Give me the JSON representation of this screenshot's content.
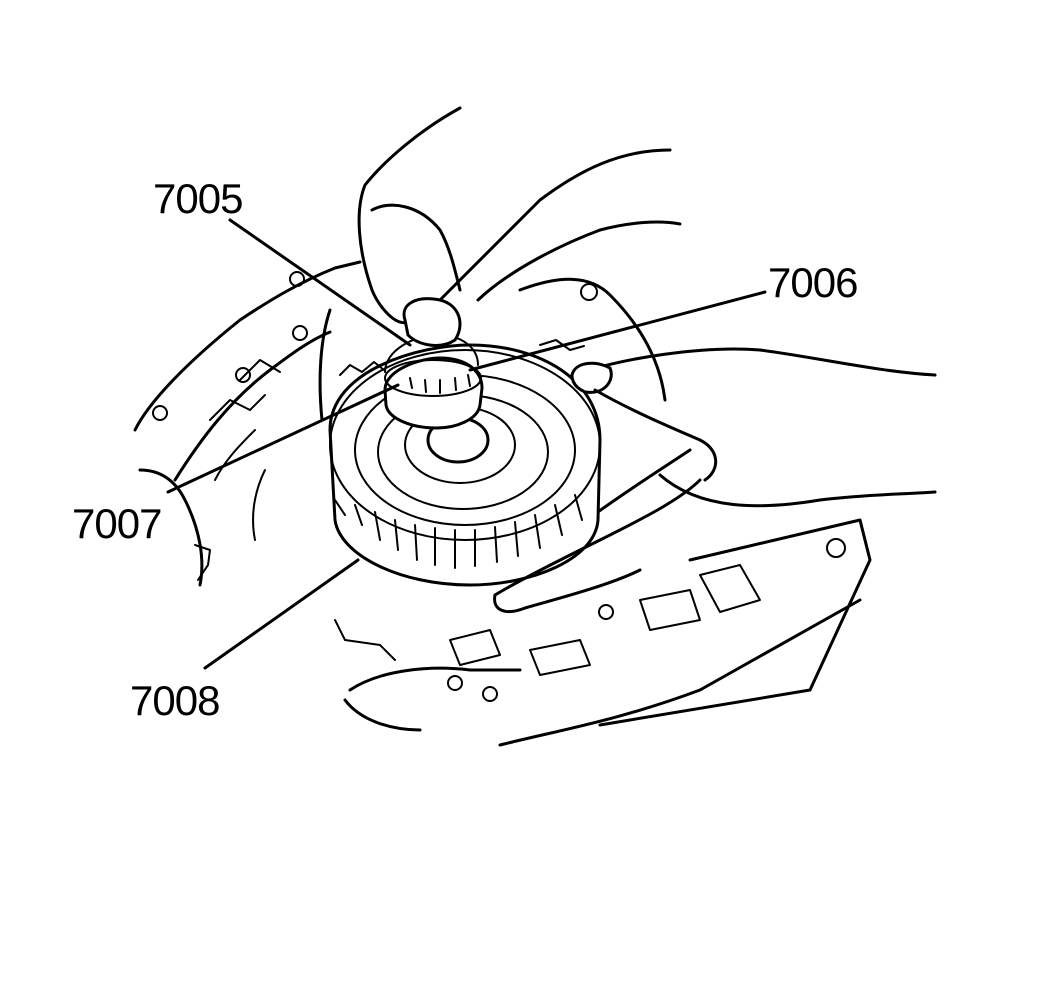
{
  "diagram": {
    "callouts": [
      {
        "id": "7005",
        "label": "7005"
      },
      {
        "id": "7006",
        "label": "7006"
      },
      {
        "id": "7007",
        "label": "7007"
      },
      {
        "id": "7008",
        "label": "7008"
      }
    ],
    "line_color": "#000000",
    "background_color": "#ffffff"
  }
}
